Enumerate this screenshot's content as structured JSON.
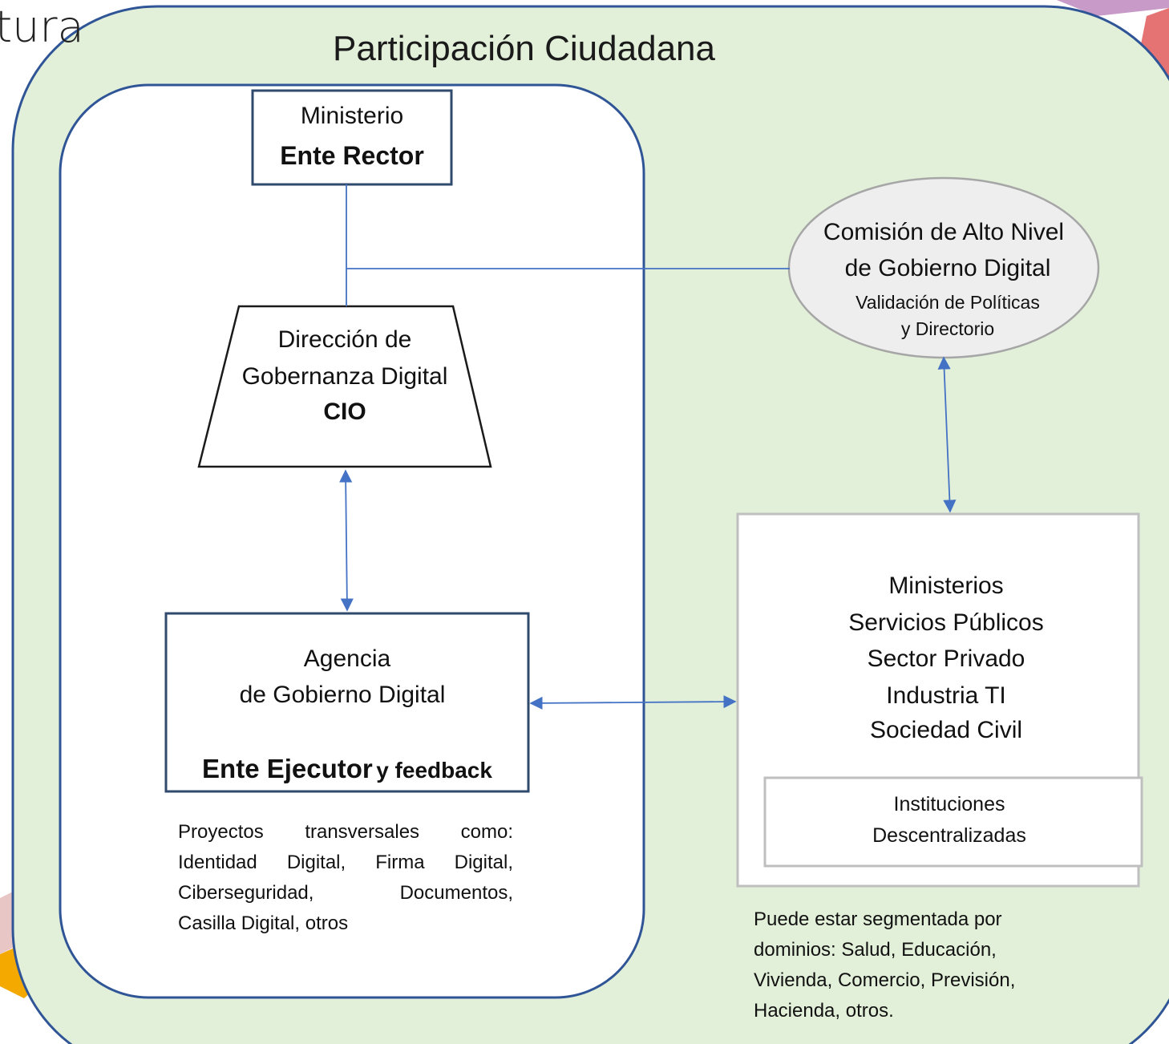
{
  "partial_title": "tura",
  "outer": {
    "title": "Participación Ciudadana"
  },
  "ministerio": {
    "line1": "Ministerio",
    "line2": "Ente Rector"
  },
  "direccion": {
    "line1": "Dirección de",
    "line2": "Gobernanza Digital",
    "line3": "CIO"
  },
  "agencia": {
    "line1": "Agencia",
    "line2": "de Gobierno Digital",
    "line3_bold": "Ente Ejecutor",
    "line3_suffix": "y feedback"
  },
  "proyectos": {
    "lines": [
      "Proyectos transversales como:",
      "Identidad Digital, Firma Digital,",
      "Ciberseguridad, Documentos,",
      "Casilla Digital, otros"
    ]
  },
  "comision": {
    "line1": "Comisión de Alto Nivel",
    "line2": "de Gobierno Digital",
    "line3": "Validación de Políticas",
    "line4": "y Directorio"
  },
  "stakeholders": {
    "items": [
      "Ministerios",
      "Servicios Públicos",
      "Sector Privado",
      "Industria TI",
      "Sociedad Civil"
    ]
  },
  "instituciones": {
    "line1": "Instituciones",
    "line2": "Descentralizadas"
  },
  "segmentada": {
    "lines": [
      "Puede estar segmentada por",
      "dominios: Salud, Educación,",
      "Vivienda, Comercio, Previsión,",
      "Hacienda, otros."
    ]
  },
  "colors": {
    "outer_fill": "#e2efd9",
    "outer_stroke": "#2f5597",
    "connector": "#4472c4",
    "box_stroke": "#2f4a6d",
    "grey_stroke": "#bfbfbf",
    "ellipse_fill": "#eeeeee"
  }
}
